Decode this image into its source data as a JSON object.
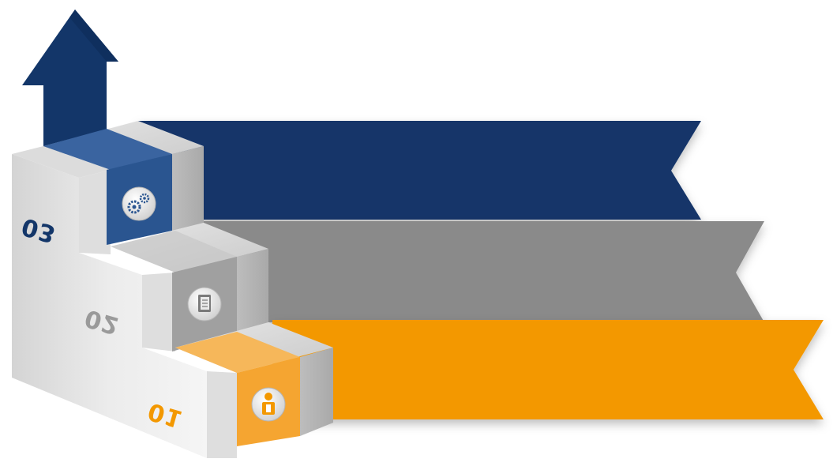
{
  "steps": [
    {
      "number": "01",
      "icon": "person-reading-icon",
      "color": "#F39800",
      "face_color": "#F5A531",
      "top_color": "#F6B75A"
    },
    {
      "number": "02",
      "icon": "notebook-icon",
      "color": "#8A8A8A",
      "face_color": "#A0A0A0",
      "top_color": "#BDBDBD"
    },
    {
      "number": "03",
      "icon": "gears-icon",
      "color": "#133669",
      "face_color": "#2A5590",
      "top_color": "#3A64A0"
    }
  ],
  "arrow": {
    "color": "#133669",
    "direction": "up"
  }
}
